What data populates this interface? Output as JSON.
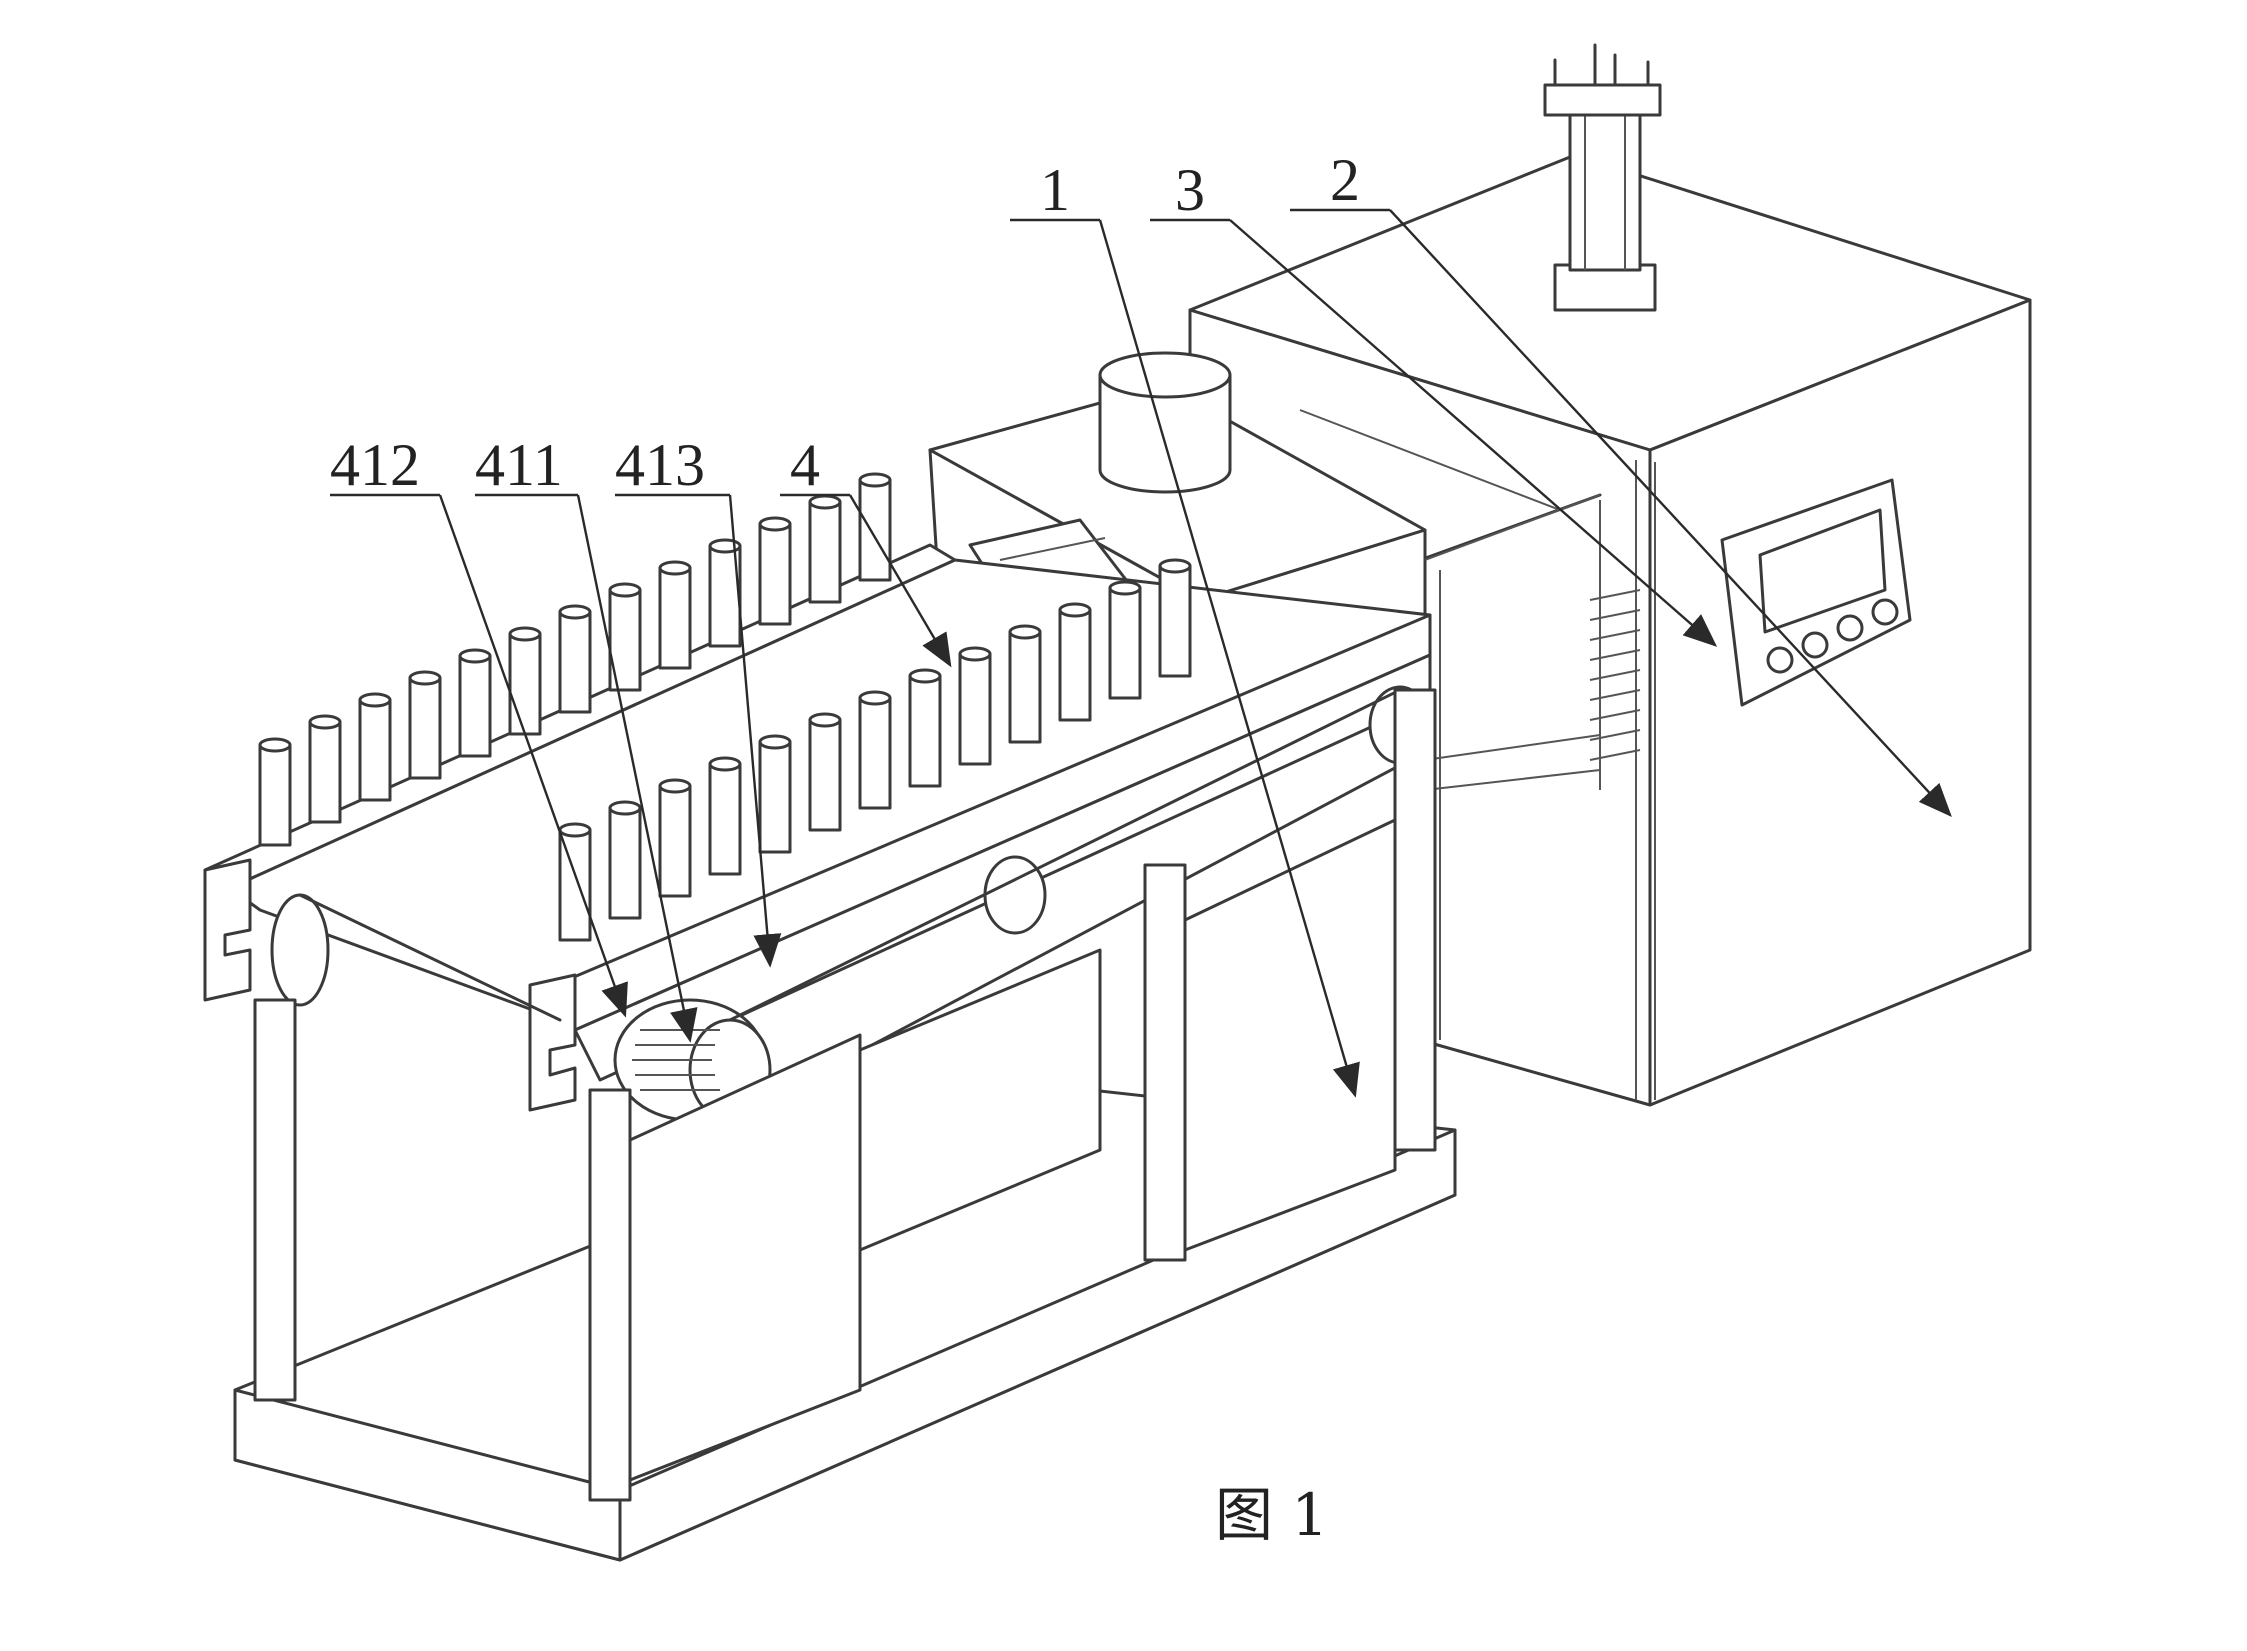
{
  "figure_caption": "图 1",
  "reference_labels": {
    "part_1": "1",
    "part_2": "2",
    "part_3": "3",
    "part_4": "4",
    "part_411": "411",
    "part_412": "412",
    "part_413": "413"
  }
}
